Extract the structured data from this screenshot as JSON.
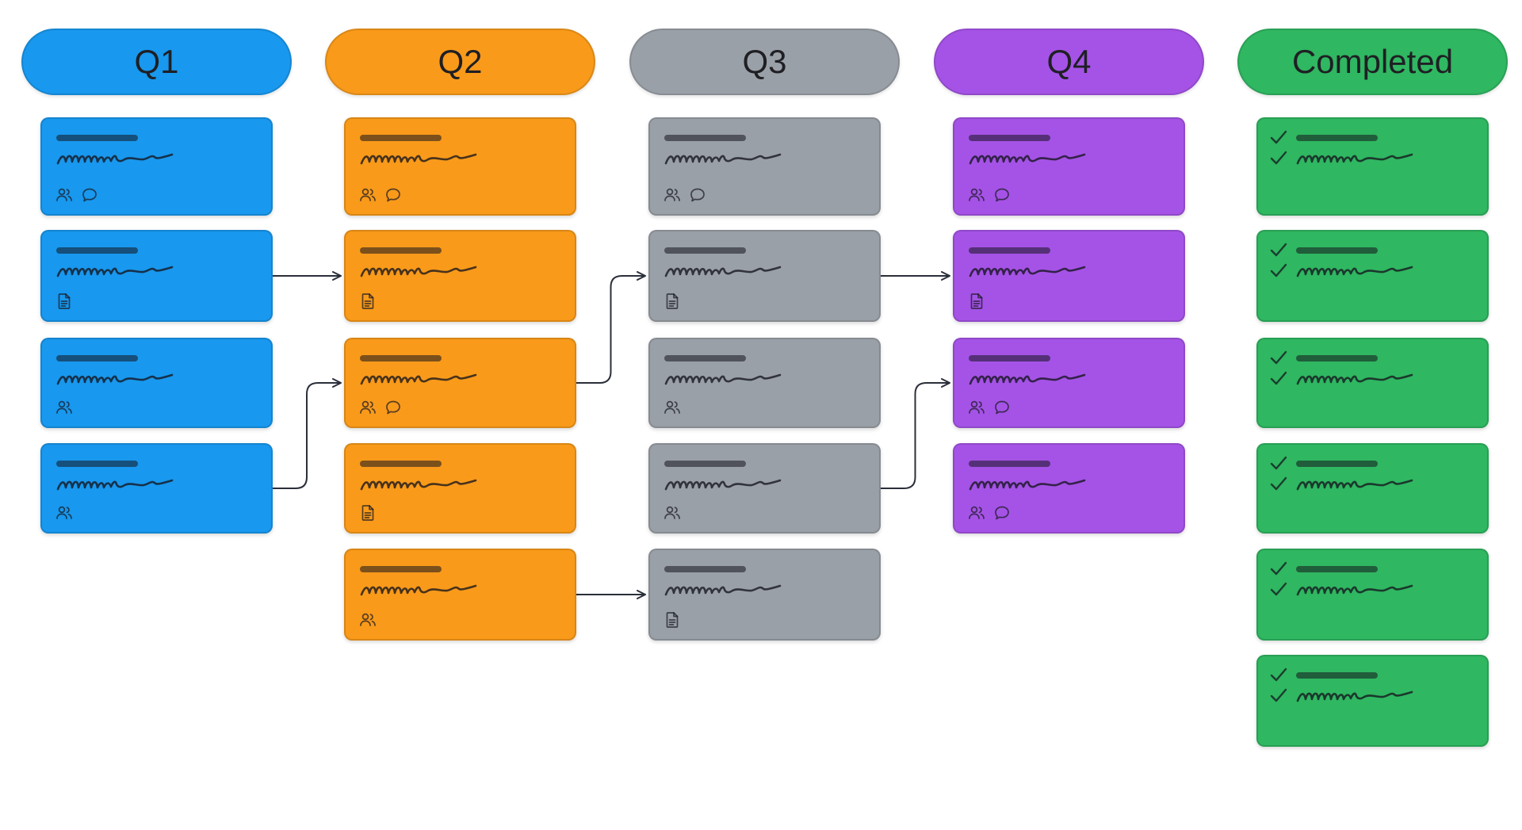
{
  "board": {
    "columns": [
      {
        "title": "Q1",
        "color": "#1898ee",
        "cards": [
          {
            "icons": [
              "people-icon",
              "comment-icon"
            ]
          },
          {
            "icons": [
              "document-icon"
            ]
          },
          {
            "icons": [
              "people-icon"
            ]
          },
          {
            "icons": [
              "people-icon"
            ]
          }
        ]
      },
      {
        "title": "Q2",
        "color": "#f99a1a",
        "cards": [
          {
            "icons": [
              "people-icon",
              "comment-icon"
            ]
          },
          {
            "icons": [
              "document-icon"
            ]
          },
          {
            "icons": [
              "people-icon",
              "comment-icon"
            ]
          },
          {
            "icons": [
              "document-icon"
            ]
          },
          {
            "icons": [
              "people-icon"
            ]
          }
        ]
      },
      {
        "title": "Q3",
        "color": "#9aa0a7",
        "cards": [
          {
            "icons": [
              "people-icon",
              "comment-icon"
            ]
          },
          {
            "icons": [
              "document-icon"
            ]
          },
          {
            "icons": [
              "people-icon"
            ]
          },
          {
            "icons": [
              "people-icon"
            ]
          },
          {
            "icons": [
              "document-icon"
            ]
          }
        ]
      },
      {
        "title": "Q4",
        "color": "#a553e6",
        "cards": [
          {
            "icons": [
              "people-icon",
              "comment-icon"
            ]
          },
          {
            "icons": [
              "document-icon"
            ]
          },
          {
            "icons": [
              "people-icon",
              "comment-icon"
            ]
          },
          {
            "icons": [
              "people-icon",
              "comment-icon"
            ]
          }
        ]
      },
      {
        "title": "Completed",
        "color": "#2fb761",
        "completed": true,
        "cards": [
          {
            "icons": []
          },
          {
            "icons": []
          },
          {
            "icons": []
          },
          {
            "icons": []
          },
          {
            "icons": []
          },
          {
            "icons": []
          }
        ]
      }
    ],
    "connections": [
      {
        "from": [
          0,
          1
        ],
        "to": [
          1,
          1
        ]
      },
      {
        "from": [
          0,
          3
        ],
        "to": [
          1,
          2
        ]
      },
      {
        "from": [
          1,
          2
        ],
        "to": [
          2,
          1
        ]
      },
      {
        "from": [
          1,
          4
        ],
        "to": [
          2,
          4
        ]
      },
      {
        "from": [
          2,
          1
        ],
        "to": [
          3,
          1
        ]
      },
      {
        "from": [
          2,
          3
        ],
        "to": [
          3,
          2
        ]
      }
    ]
  }
}
